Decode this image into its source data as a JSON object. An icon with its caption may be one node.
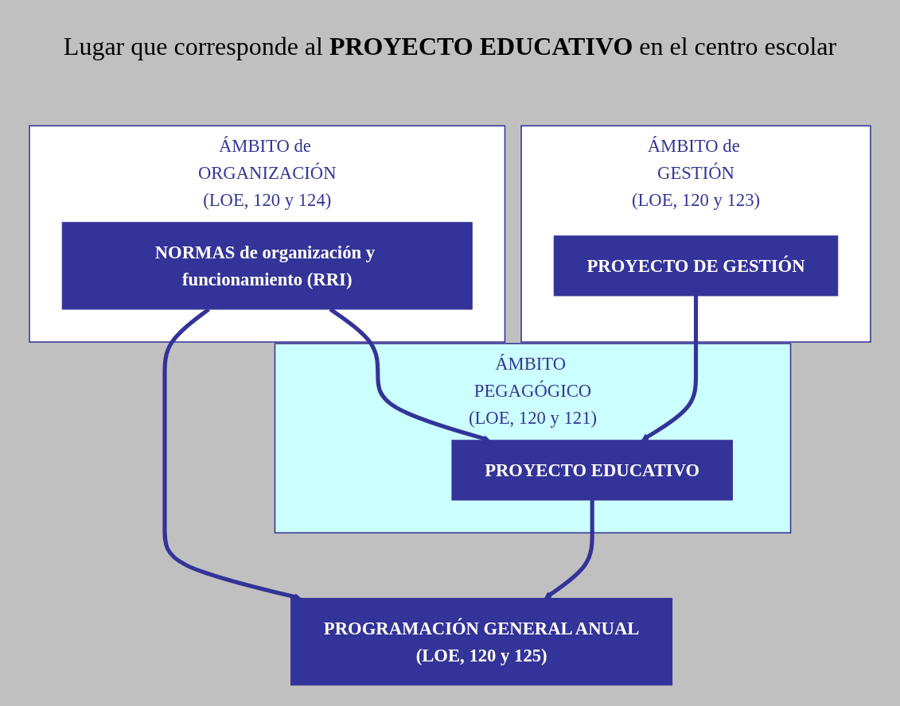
{
  "diagram": {
    "title": "Lugar que corresponde al **PROYECTO EDUCATIVO** en el centro escolar",
    "nodes": [
      {
        "text": [
          "ÁMBITO de ORGANIZACIÓN",
          "(LOE, 120 y 124)"
        ]
      },
      {
        "text": [
          "NORMAS de organización y funcionamiento (RRI)"
        ],
        "in": 0
      },
      {
        "text": [
          "ÁMBITO PEGAGÓGICO",
          "(LOE, 120 y 121)"
        ]
      },
      {
        "text": [
          "PROYECTO EDUCATIVO"
        ],
        "in": 2
      },
      {
        "text": [
          "ÁMBITO de GESTIÓN",
          "(LOE, 120 y 123)"
        ]
      },
      {
        "text": [
          "PROYECTO DE GESTIÓN"
        ],
        "in": 4
      },
      {
        "text": [
          "PROGRAMACIÓN GENERAL ANUAL",
          "(LOE, 120 y 125)"
        ]
      }
    ],
    "edges": [
      {
        "from": 1,
        "to": 3,
        "arrow": "to"
      },
      {
        "from": 5,
        "to": 3,
        "arrow": "to"
      },
      {
        "from": 1,
        "to": 6,
        "arrow": "to"
      },
      {
        "from": 3,
        "to": 6,
        "arrow": "to"
      }
    ]
  }
}
